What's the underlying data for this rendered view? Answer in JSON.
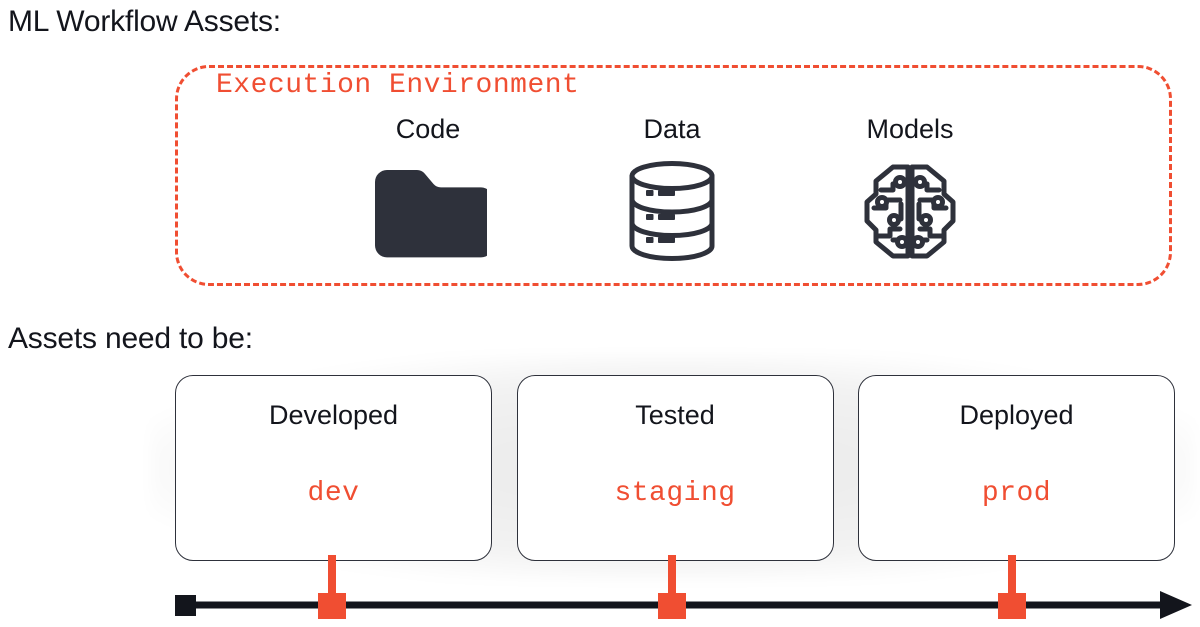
{
  "headings": {
    "assets": "ML Workflow Assets:",
    "need_to_be": "Assets need to be:"
  },
  "environment_panel": {
    "label": "Execution Environment",
    "border_color": "#f04e32",
    "border_style": "dashed",
    "assets": [
      {
        "label": "Code",
        "icon": "folder-icon"
      },
      {
        "label": "Data",
        "icon": "database-icon"
      },
      {
        "label": "Models",
        "icon": "brain-circuit-icon"
      }
    ]
  },
  "stages": [
    {
      "title": "Developed",
      "env": "dev",
      "marker_color": "#f04e32"
    },
    {
      "title": "Tested",
      "env": "staging",
      "marker_color": "#f04e32"
    },
    {
      "title": "Deployed",
      "env": "prod",
      "marker_color": "#f04e32"
    }
  ],
  "timeline": {
    "start_marker": "square",
    "start_color": "#13151c",
    "line_color": "#13151c",
    "arrow_direction": "right",
    "tick_color": "#f04e32",
    "tick_count": 3
  },
  "colors": {
    "accent": "#f04e32",
    "ink": "#13151c",
    "icon": "#2e313b",
    "background": "#ffffff"
  }
}
